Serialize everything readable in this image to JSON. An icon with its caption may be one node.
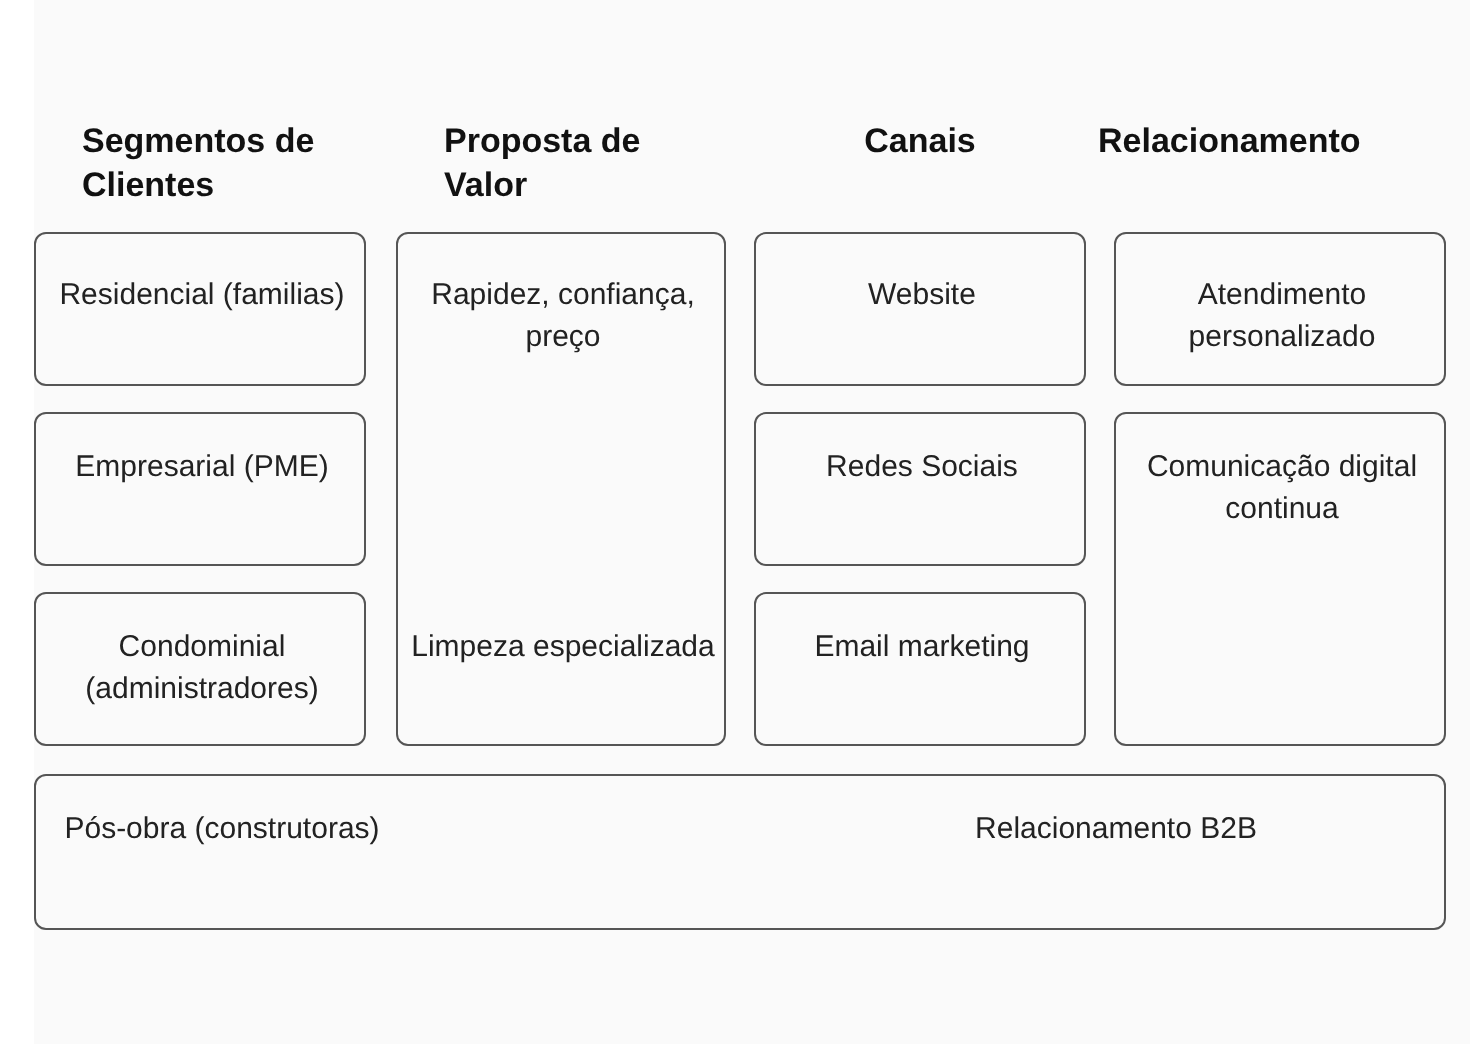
{
  "diagram": {
    "nodes": [
      {
        "text": [
          "Residencial (familias)"
        ]
      },
      {
        "text": [
          "Empresarial (PME)"
        ]
      },
      {
        "text": [
          "Condominial (administradores)"
        ]
      },
      {
        "text": [
          "Rapidez, confiança, preço",
          "Limpeza especializada"
        ]
      },
      {
        "text": [
          "Website"
        ]
      },
      {
        "text": [
          "Redes Sociais"
        ]
      },
      {
        "text": [
          "Email marketing"
        ]
      },
      {
        "text": [
          "Atendimento personalizado"
        ]
      },
      {
        "text": [
          "Comunicação digital continua"
        ]
      },
      {
        "text": [
          "Pós-obra (construtoras)",
          "Relacionamento B2B"
        ]
      }
    ],
    "labels": [
      "Segmentos de Clientes",
      "Proposta de Valor",
      "Canais",
      "Relacionamento"
    ]
  }
}
